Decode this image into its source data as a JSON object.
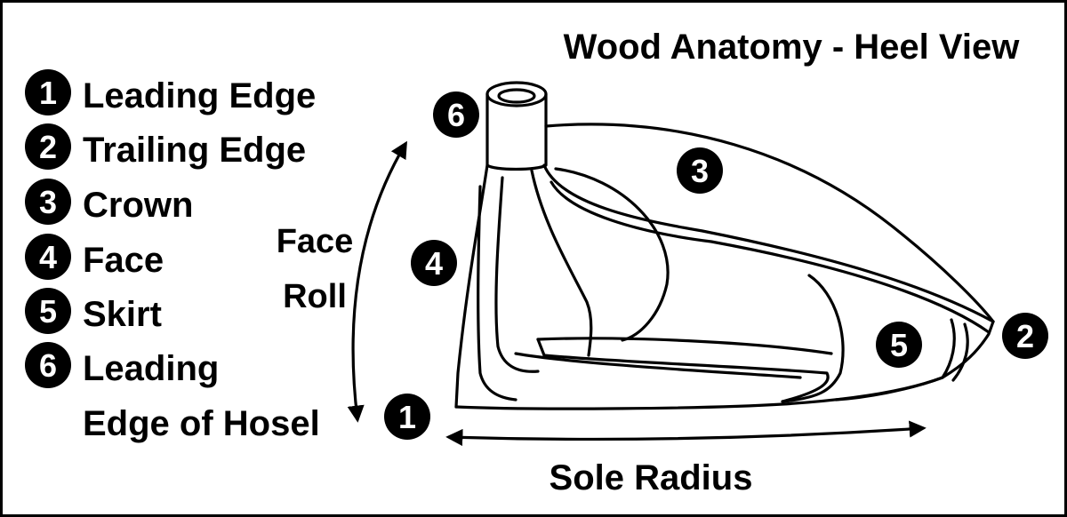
{
  "title": "Wood Anatomy - Heel View",
  "legend": [
    {
      "num": "1",
      "label": "Leading Edge"
    },
    {
      "num": "2",
      "label": "Trailing Edge"
    },
    {
      "num": "3",
      "label": "Crown"
    },
    {
      "num": "4",
      "label": "Face"
    },
    {
      "num": "5",
      "label": "Skirt"
    },
    {
      "num": "6",
      "label": "Leading",
      "label2": "Edge of Hosel"
    }
  ],
  "callouts": {
    "leading_edge": "1",
    "trailing_edge": "2",
    "crown": "3",
    "face": "4",
    "skirt": "5",
    "hosel": "6"
  },
  "face_roll": {
    "line1": "Face",
    "line2": "Roll"
  },
  "sole_radius": "Sole Radius",
  "colors": {
    "ink": "#000000",
    "paper": "#ffffff"
  }
}
